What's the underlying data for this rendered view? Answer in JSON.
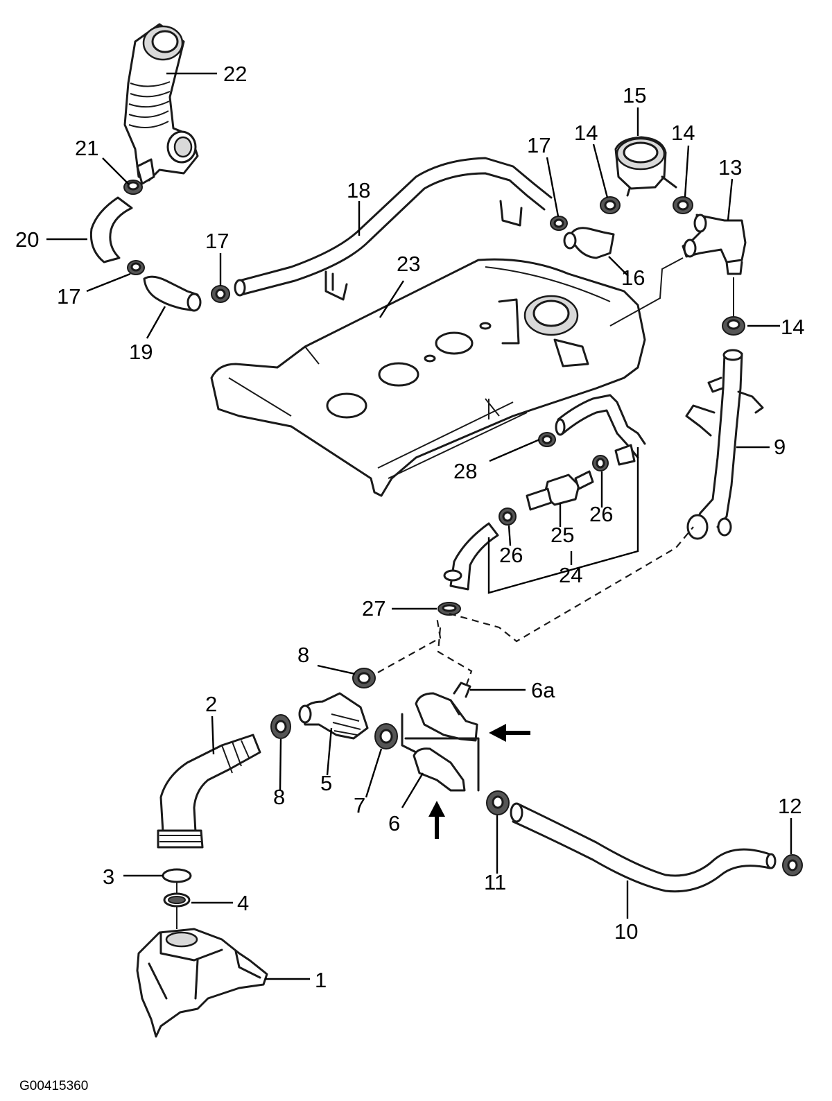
{
  "figure_code": "G00415360",
  "callouts": {
    "c1": "1",
    "c2": "2",
    "c3": "3",
    "c4": "4",
    "c5": "5",
    "c6": "6",
    "c6a": "6a",
    "c7": "7",
    "c8a": "8",
    "c8b": "8",
    "c9": "9",
    "c10": "10",
    "c11": "11",
    "c12": "12",
    "c13": "13",
    "c14a": "14",
    "c14b": "14",
    "c14c": "14",
    "c15": "15",
    "c16": "16",
    "c17a": "17",
    "c17b": "17",
    "c17c": "17",
    "c18": "18",
    "c19": "19",
    "c20": "20",
    "c21": "21",
    "c22": "22",
    "c23": "23",
    "c24": "24",
    "c25": "25",
    "c26a": "26",
    "c26b": "26",
    "c27": "27",
    "c28": "28"
  }
}
